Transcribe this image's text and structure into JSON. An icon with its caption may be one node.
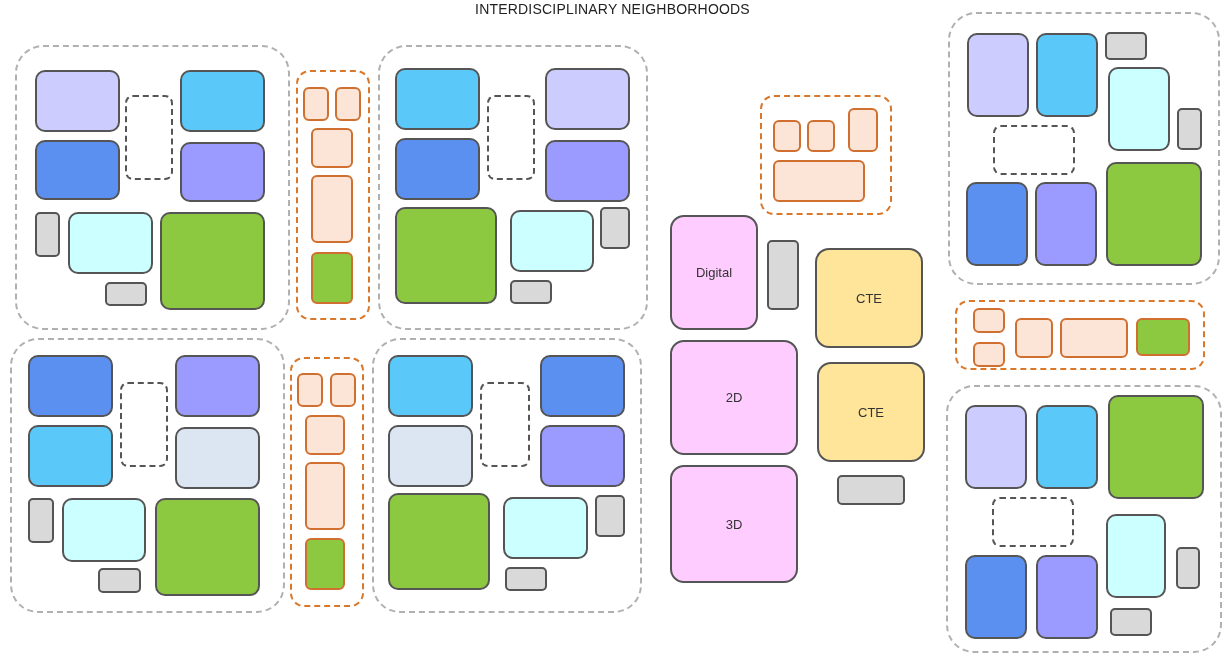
{
  "diagram": {
    "title": "INTERDISCIPLINARY NEIGHBORHOODS",
    "nodes": [
      {
        "text": [],
        "shape": "box"
      },
      {
        "text": [],
        "shape": "box",
        "in": 0
      },
      {
        "text": [],
        "shape": "box",
        "in": 0
      },
      {
        "text": [],
        "shape": "box",
        "in": 0
      },
      {
        "text": [],
        "shape": "box",
        "in": 0
      },
      {
        "text": [],
        "shape": "box",
        "in": 0
      },
      {
        "text": [],
        "shape": "box",
        "in": 0
      },
      {
        "text": [],
        "shape": "box",
        "in": 0
      },
      {
        "text": [],
        "shape": "box",
        "in": 0
      },
      {
        "text": [],
        "shape": "box",
        "in": 0
      },
      {
        "text": [],
        "shape": "box"
      },
      {
        "text": [],
        "shape": "box",
        "in": 10
      },
      {
        "text": [],
        "shape": "box",
        "in": 10
      },
      {
        "text": [],
        "shape": "box",
        "in": 10
      },
      {
        "text": [],
        "shape": "box",
        "in": 10
      },
      {
        "text": [],
        "shape": "box",
        "in": 10
      },
      {
        "text": [],
        "shape": "box"
      },
      {
        "text": [],
        "shape": "box",
        "in": 16
      },
      {
        "text": [],
        "shape": "box",
        "in": 16
      },
      {
        "text": [],
        "shape": "box",
        "in": 16
      },
      {
        "text": [],
        "shape": "box",
        "in": 16
      },
      {
        "text": [],
        "shape": "box",
        "in": 16
      },
      {
        "text": [],
        "shape": "box",
        "in": 16
      },
      {
        "text": [],
        "shape": "box",
        "in": 16
      },
      {
        "text": [],
        "shape": "box",
        "in": 16
      },
      {
        "text": [],
        "shape": "box",
        "in": 16
      },
      {
        "text": [],
        "shape": "box"
      },
      {
        "text": [],
        "shape": "box",
        "in": 26
      },
      {
        "text": [],
        "shape": "box",
        "in": 26
      },
      {
        "text": [],
        "shape": "box",
        "in": 26
      },
      {
        "text": [],
        "shape": "box",
        "in": 26
      },
      {
        "text": [],
        "shape": "box",
        "in": 26
      },
      {
        "text": [],
        "shape": "box",
        "in": 26
      },
      {
        "text": [],
        "shape": "box",
        "in": 26
      },
      {
        "text": [],
        "shape": "box",
        "in": 26
      },
      {
        "text": [],
        "shape": "box",
        "in": 26
      },
      {
        "text": [],
        "shape": "box"
      },
      {
        "text": [],
        "shape": "box",
        "in": 36
      },
      {
        "text": [],
        "shape": "box",
        "in": 36
      },
      {
        "text": [],
        "shape": "box",
        "in": 36
      },
      {
        "text": [],
        "shape": "box",
        "in": 36
      },
      {
        "text": [],
        "shape": "box",
        "in": 36
      },
      {
        "text": [],
        "shape": "box"
      },
      {
        "text": [],
        "shape": "box",
        "in": 42
      },
      {
        "text": [],
        "shape": "box",
        "in": 42
      },
      {
        "text": [],
        "shape": "box",
        "in": 42
      },
      {
        "text": [],
        "shape": "box",
        "in": 42
      },
      {
        "text": [],
        "shape": "box",
        "in": 42
      },
      {
        "text": [],
        "shape": "box",
        "in": 42
      },
      {
        "text": [],
        "shape": "box",
        "in": 42
      },
      {
        "text": [],
        "shape": "box",
        "in": 42
      },
      {
        "text": [],
        "shape": "box",
        "in": 42
      },
      {
        "text": [],
        "shape": "box"
      },
      {
        "text": [],
        "shape": "box",
        "in": 52
      },
      {
        "text": [],
        "shape": "box",
        "in": 52
      },
      {
        "text": [],
        "shape": "box",
        "in": 52
      },
      {
        "text": [],
        "shape": "box",
        "in": 52
      },
      {
        "text": [
          "Digital"
        ]
      },
      {
        "text": [],
        "shape": "box"
      },
      {
        "text": [
          "CTE"
        ]
      },
      {
        "text": [
          "2D"
        ]
      },
      {
        "text": [
          "CTE"
        ]
      },
      {
        "text": [
          "3D"
        ]
      },
      {
        "text": [],
        "shape": "box"
      },
      {
        "text": [],
        "shape": "box"
      },
      {
        "text": [],
        "shape": "box",
        "in": 64
      },
      {
        "text": [],
        "shape": "box",
        "in": 64
      },
      {
        "text": [],
        "shape": "box",
        "in": 64
      },
      {
        "text": [],
        "shape": "box",
        "in": 64
      },
      {
        "text": [],
        "shape": "box",
        "in": 64
      },
      {
        "text": [],
        "shape": "box",
        "in": 64
      },
      {
        "text": [],
        "shape": "box",
        "in": 64
      },
      {
        "text": [],
        "shape": "box",
        "in": 64
      },
      {
        "text": [],
        "shape": "box",
        "in": 64
      },
      {
        "text": [],
        "shape": "box"
      },
      {
        "text": [],
        "shape": "box",
        "in": 74
      },
      {
        "text": [],
        "shape": "box",
        "in": 74
      },
      {
        "text": [],
        "shape": "box",
        "in": 74
      },
      {
        "text": [],
        "shape": "box",
        "in": 74
      },
      {
        "text": [],
        "shape": "box",
        "in": 74
      },
      {
        "text": [],
        "shape": "box"
      },
      {
        "text": [],
        "shape": "box",
        "in": 80
      },
      {
        "text": [],
        "shape": "box",
        "in": 80
      },
      {
        "text": [],
        "shape": "box",
        "in": 80
      },
      {
        "text": [],
        "shape": "box",
        "in": 80
      },
      {
        "text": [],
        "shape": "box",
        "in": 80
      },
      {
        "text": [],
        "shape": "box",
        "in": 80
      },
      {
        "text": [],
        "shape": "box",
        "in": 80
      },
      {
        "text": [],
        "shape": "box",
        "in": 80
      },
      {
        "text": [],
        "shape": "box",
        "in": 80
      }
    ]
  }
}
